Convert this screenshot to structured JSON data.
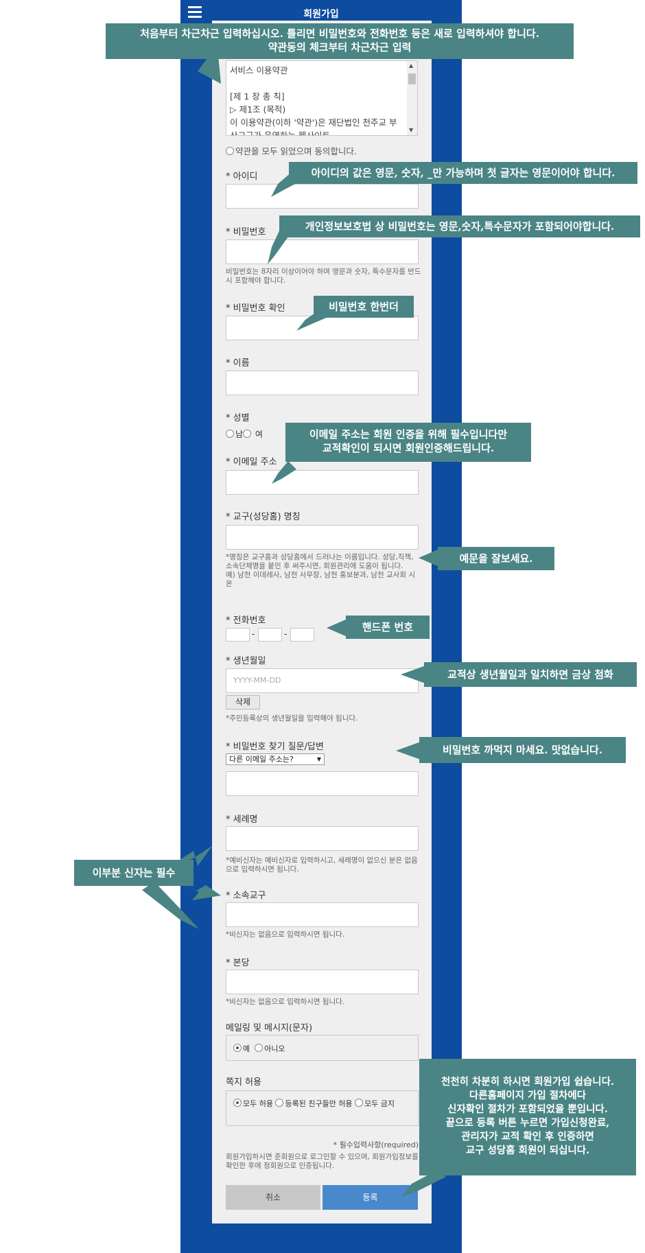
{
  "header": {
    "title": "회원가입"
  },
  "terms": {
    "text": "서비스 이용약관\n\n[제 1 장 총 칙]\n▷ 제1조 (목적)\n이 이용약관(이하 '약관')은 재단법인 천주교 부산교구가 운영하는 웹사이트",
    "agree_label": "약관을 모두 읽었으며 동의합니다."
  },
  "form": {
    "id_label": "아이디",
    "pw_label": "비밀번호",
    "pw_help": "비밀번호는 8자리 이상이어야 하며 영문과 숫자, 특수문자를 반드시 포함해야 합니다.",
    "pw_confirm_label": "비밀번호 확인",
    "name_label": "이름",
    "gender_label": "성별",
    "gender_male": "남",
    "gender_female": "여",
    "email_label": "이메일 주소",
    "parish_label": "교구(성당홈) 명칭",
    "parish_help": "*명칭은 교구홈과 성당홈에서 드러나는 이름입니다. 성당,직책, 소속단체명을 붙인 후 써주시면, 회원관리에 도움이 됩니다.\n예) 남천 이데레사, 남천 사무장, 남천 홍보분과, 남천 교사회 시몬",
    "phone_label": "전화번호",
    "phone_sep": "-",
    "birth_label": "생년월일",
    "birth_placeholder": "YYYY-MM-DD",
    "birth_delete": "삭제",
    "birth_help": "*주민등록상의 생년월일을 입력해야 됩니다.",
    "question_label": "비밀번호 찾기 질문/답변",
    "question_selected": "다른 이메일 주소는?",
    "baptism_label": "세례명",
    "baptism_help": "*예비신자는 예비신자로 입력하시고, 세례명이 없으신 분은 없음으로 입력하시면 됩니다.",
    "belong_label": "소속교구",
    "belong_help": "*비신자는 없음으로 입력하시면 됩니다.",
    "home_label": "본당",
    "home_help": "*비신자는 없음으로 입력하시면 됩니다.",
    "mailing_label": "메일링 및 메시지(문자)",
    "mailing_yes": "예",
    "mailing_no": "아니오",
    "note_label": "쪽지 허용",
    "note_all": "모두 허용",
    "note_friends": "등록된 친구들만 허용",
    "note_none": "모두 금지",
    "required_note": "* 필수입력사항(required)",
    "join_note": "회원가입하시면 준회원으로 로그인할 수 있으며, 회원가입정보를 확인한 후에 정회원으로 인증됩니다.",
    "cancel_button": "취소",
    "submit_button": "등록"
  },
  "callouts": {
    "top": "처음부터 차근차근 입력하십시오. 틀리면 비밀번호와 전화번호 등은 새로 입력하셔야 합니다.\n약관동의 체크부터 차근차근 입력",
    "id": "아이디의 값은 영문, 숫자, _만 가능하며 첫 글자는 영문이어야 합니다.",
    "pw": "개인정보보호법 상 비밀번호는 영문,숫자,특수문자가 포함되어야합니다.",
    "pw_confirm": "비밀번호 한번더",
    "email": "이메일 주소는 회원 인증을 위해 필수입니다만\n교적확인이 되시면 회원인증해드립니다.",
    "example": "예문을 잘보세요.",
    "phone": "핸드폰 번호",
    "birth": "교적상 생년월일과 일치하면 금상 첨화",
    "question": "비밀번호 까먹지 마세요. 맛없습니다.",
    "believer": "이부분 신자는 필수",
    "final": "천천히 차분히 하시면 회원가입 쉽습니다.\n다른홈페이지 가입 절차에다\n신자확인 절차가 포함되었을 뿐입니다.\n끝으로 등록 버튼 누르면 가입신청완료,\n관리자가 교적 확인 후 인증하면\n교구 성당홈 회원이 되십니다."
  },
  "colors": {
    "brand_blue": "#0d4c9e",
    "callout": "#4a8484",
    "submit": "#4a88cc",
    "cancel": "#c8c8c8"
  }
}
